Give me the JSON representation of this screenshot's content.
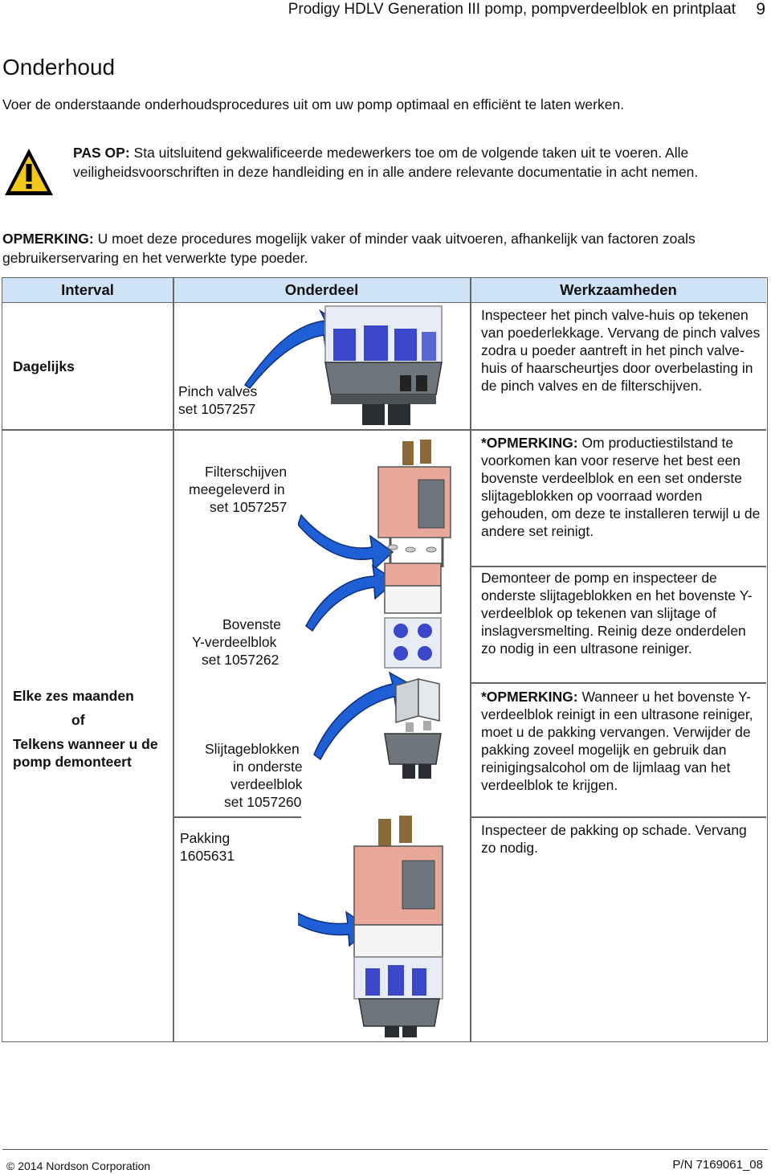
{
  "header": {
    "title": "Prodigy HDLV Generation III pomp, pompverdeelblok en printplaat",
    "page_number": "9"
  },
  "section": {
    "title": "Onderhoud",
    "intro": "Voer de onderstaande onderhoudsprocedures uit om uw pomp optimaal en efficiënt te laten werken."
  },
  "caution": {
    "label": "PAS OP:",
    "text": "Sta uitsluitend gekwalificeerde medewerkers toe om de volgende taken uit te voeren. Alle veiligheidsvoorschriften in deze handleiding en in alle andere relevante documentatie in acht nemen."
  },
  "note": {
    "label": "OPMERKING:",
    "text": "U moet deze procedures mogelijk vaker of minder vaak uitvoeren, afhankelijk van factoren zoals gebruikerservaring en het verwerkte type poeder."
  },
  "table": {
    "headers": [
      "Interval",
      "Onderdeel",
      "Werkzaamheden"
    ],
    "row1": {
      "interval": "Dagelijks",
      "part_line1": "Pinch valves",
      "part_line2": "set 1057257",
      "work": "Inspecteer het pinch valve-huis op tekenen van poederlekkage. Vervang de pinch valves zodra u poeder aantreft in het pinch valve-huis of haarscheurtjes door overbelasting in de pinch valves en de filterschijven."
    },
    "row2": {
      "interval_line1": "Elke zes maanden",
      "interval_line2": "of",
      "interval_line3": "Telkens wanneer u de pomp demonteert",
      "parts": {
        "filter_line1": "Filterschijven",
        "filter_line2": "meegeleverd in",
        "filter_line3": "set 1057257",
        "manifold_line1": "Bovenste",
        "manifold_line2": "Y-verdeelblok",
        "manifold_line3": "set 1057262",
        "wear_line1": "Slijtageblokken",
        "wear_line2": "in onderste",
        "wear_line3": "verdeelblok",
        "wear_line4": "set 1057260",
        "gasket_line1": "Pakking",
        "gasket_line2": "1605631"
      },
      "note1_label": "*OPMERKING:",
      "note1_text": "Om productiestilstand te voorkomen kan voor reserve het best een bovenste verdeelblok en een set onderste slijtageblokken op voorraad worden gehouden, om deze te installeren terwijl u de andere set reinigt.",
      "work1": "Demonteer de pomp en inspecteer de onderste slijtageblokken en het bovenste Y-verdeelblok op tekenen van slijtage of inslagversmelting.  Reinig deze onderdelen zo nodig in een ultrasone reiniger.",
      "note2_label": "*OPMERKING:",
      "note2_text": "Wanneer u het bovenste Y-verdeelblok reinigt in een ultrasone reiniger, moet u de pakking vervangen.  Verwijder de pakking zoveel mogelijk en gebruik dan reinigingsalcohol om de lijmlaag van het verdeelblok te krijgen.",
      "work2": "Inspecteer de pakking op schade. Vervang zo nodig."
    }
  },
  "footer": {
    "copyright": "© 2014 Nordson Corporation",
    "part_number": "P/N 7169061_08"
  },
  "colors": {
    "header_fill": "#cfe3f6",
    "arrow_blue": "#1f5fd6",
    "manifold_pink": "#e8a99a",
    "valve_blue": "#3a47c8",
    "housing_gray": "#6f757c"
  }
}
